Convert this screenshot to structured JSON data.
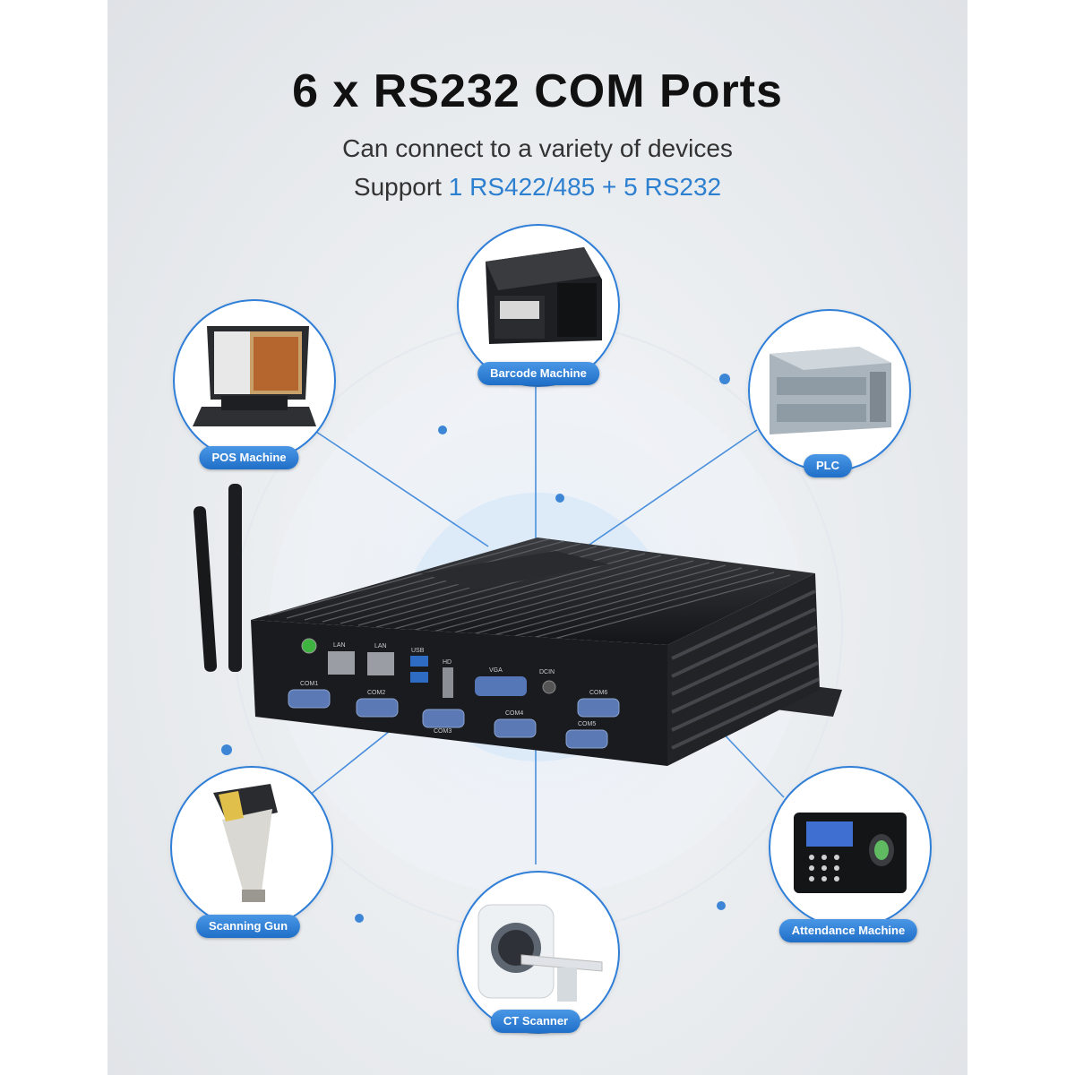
{
  "headline": {
    "title": "6 x RS232 COM Ports",
    "subtitle": "Can connect to a variety of devices",
    "support_prefix": "Support",
    "support_highlight": "1 RS422/485 + 5 RS232"
  },
  "colors": {
    "accent": "#2f7ed8",
    "pill": "#1f6fc8",
    "device": "#1c1d20"
  },
  "devices": [
    {
      "label": "POS Machine",
      "icon": "pos-terminal-icon"
    },
    {
      "label": "Barcode Machine",
      "icon": "receipt-printer-icon"
    },
    {
      "label": "PLC",
      "icon": "plc-module-icon"
    },
    {
      "label": "Scanning Gun",
      "icon": "barcode-scanner-icon"
    },
    {
      "label": "CT Scanner",
      "icon": "ct-scanner-icon"
    },
    {
      "label": "Attendance Machine",
      "icon": "fingerprint-terminal-icon"
    }
  ],
  "product": {
    "icon": "fanless-mini-pc-icon",
    "port_labels": [
      "LAN",
      "LAN",
      "USB",
      "HD",
      "VGA",
      "DCIN",
      "COM1",
      "COM2",
      "COM3",
      "COM4",
      "COM5",
      "COM6"
    ]
  }
}
